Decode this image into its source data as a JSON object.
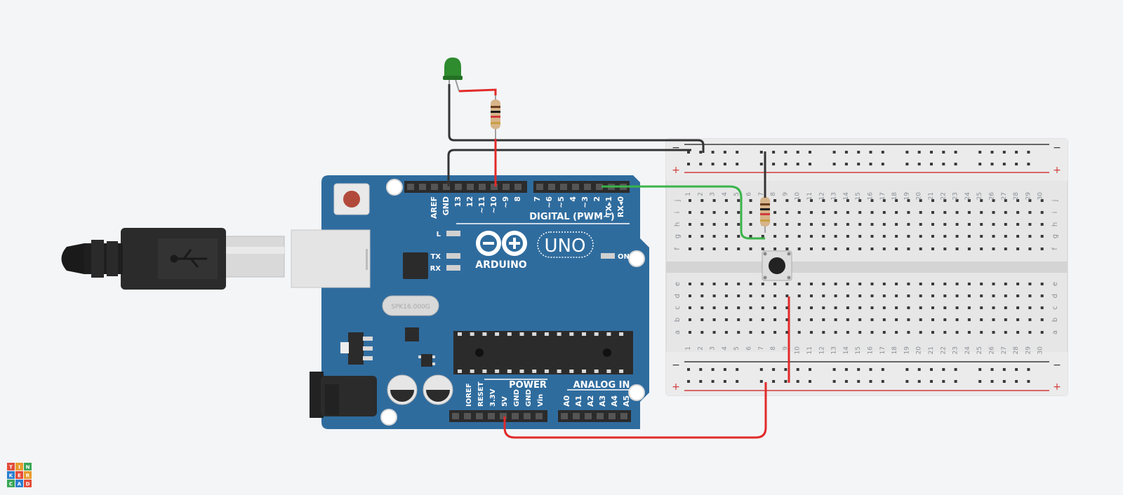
{
  "app": {
    "logo_letters": [
      "T",
      "I",
      "N",
      "K",
      "E",
      "R",
      "C",
      "A",
      "D"
    ],
    "logo_colors": [
      "#e34b3a",
      "#e89b2c",
      "#3aa655",
      "#2a7fd0",
      "#e34b3a",
      "#e89b2c",
      "#3aa655",
      "#2a7fd0",
      "#e34b3a"
    ]
  },
  "arduino": {
    "brand": "ARDUINO",
    "model": "UNO",
    "crystal": "SPK16.000G",
    "digital_label": "DIGITAL (PWM~)",
    "digital_pins": [
      "AREF",
      "GND",
      "13",
      "12",
      "~11",
      "~10",
      "~9",
      "8",
      "7",
      "~6",
      "~5",
      "4",
      "~3",
      "2",
      "TX▸1",
      "RX◂0"
    ],
    "led_labels": [
      "L",
      "TX",
      "RX"
    ],
    "on_label": "ON",
    "power_label": "POWER",
    "analog_label": "ANALOG IN",
    "power_pins": [
      "IOREF",
      "RESET",
      "3.3V",
      "5V",
      "GND",
      "GND",
      "Vin"
    ],
    "analog_pins": [
      "A0",
      "A1",
      "A2",
      "A3",
      "A4",
      "A5"
    ]
  },
  "breadboard": {
    "rail_minus": "−",
    "rail_plus": "+",
    "top_rows": [
      "j",
      "i",
      "h",
      "g",
      "f"
    ],
    "bottom_rows": [
      "e",
      "d",
      "c",
      "b",
      "a"
    ],
    "columns": [
      "1",
      "2",
      "3",
      "4",
      "5",
      "6",
      "7",
      "8",
      "9",
      "10",
      "11",
      "12",
      "13",
      "14",
      "15",
      "16",
      "17",
      "18",
      "19",
      "20",
      "21",
      "22",
      "23",
      "24",
      "25",
      "26",
      "27",
      "28",
      "29",
      "30"
    ]
  },
  "colors": {
    "board": "#2f6c9e",
    "wire_red": "#e22a2a",
    "wire_black": "#333333",
    "wire_green": "#3ab44a",
    "led_green": "#2e8b2e",
    "breadboard": "#e6e6e6"
  }
}
